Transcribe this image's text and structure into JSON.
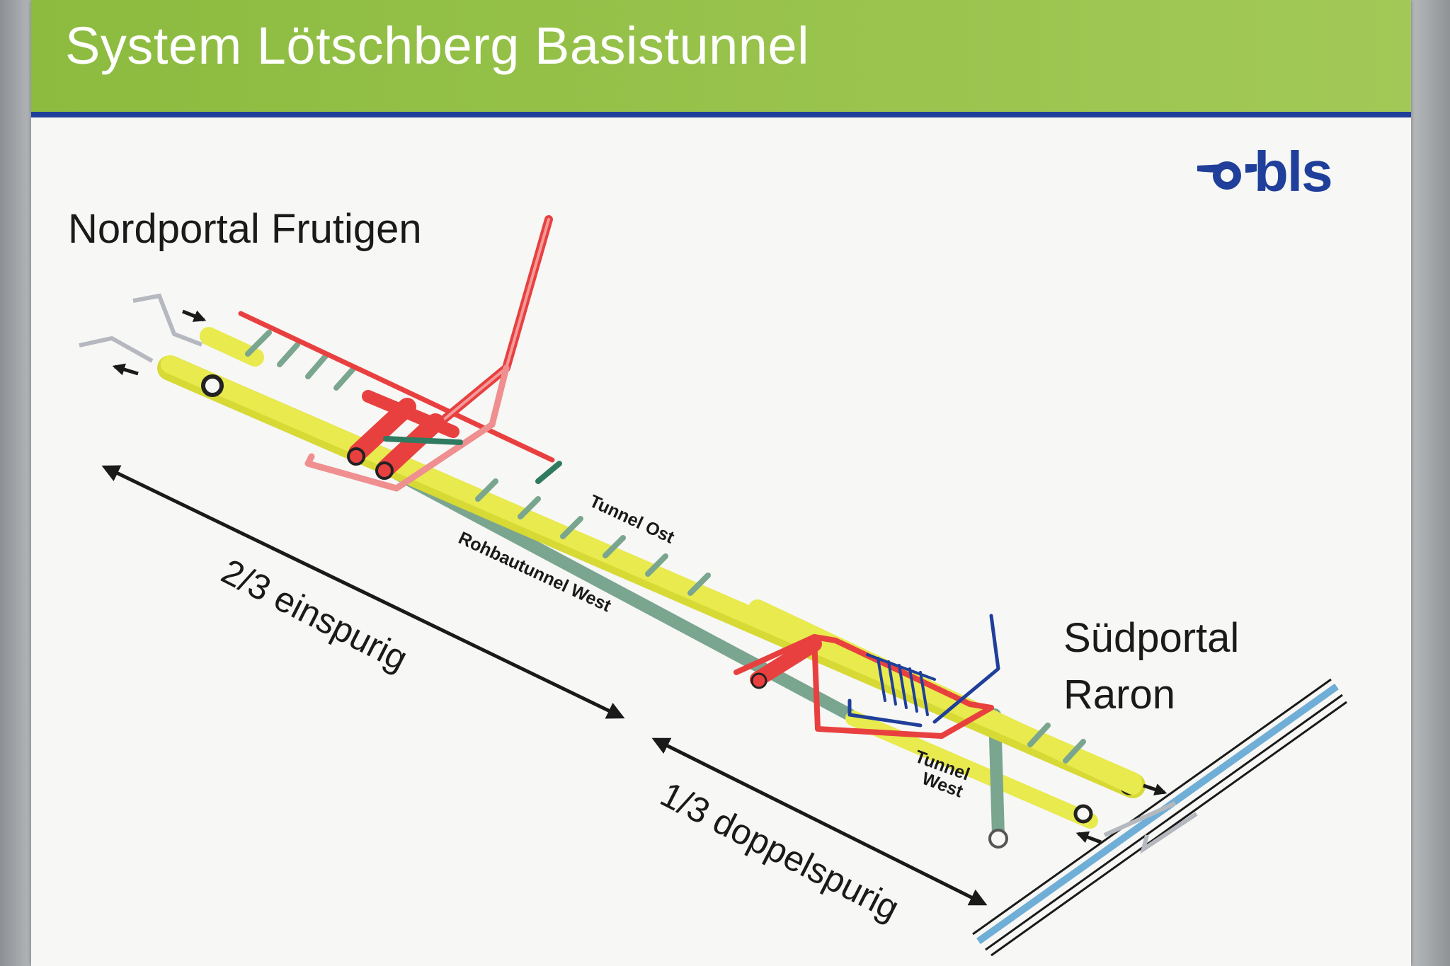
{
  "poster": {
    "title": "System Lötschberg Basistunnel",
    "logo_text": "bls",
    "north_portal": "Nordportal Frutigen",
    "south_portal_line1": "Südportal",
    "south_portal_line2": "Raron"
  },
  "tunnels": {
    "east": "Tunnel Ost",
    "west_raw": "Rohbautunnel West",
    "west_line1": "Tunnel",
    "west_line2": "West"
  },
  "distances": {
    "single_track": "2/3 einspurig",
    "double_track": "1/3 doppelspurig"
  },
  "colors": {
    "header_green": "#a2c957",
    "brand_blue": "#1f3f9a",
    "tunnel_yellow": "#e8ea4e",
    "crosspassage_green": "#7aa58f",
    "red_ventilation": "#e8403f",
    "pink": "#ef8f8f",
    "dark_green": "#2f7a60",
    "rail_blue": "#6faed6"
  }
}
